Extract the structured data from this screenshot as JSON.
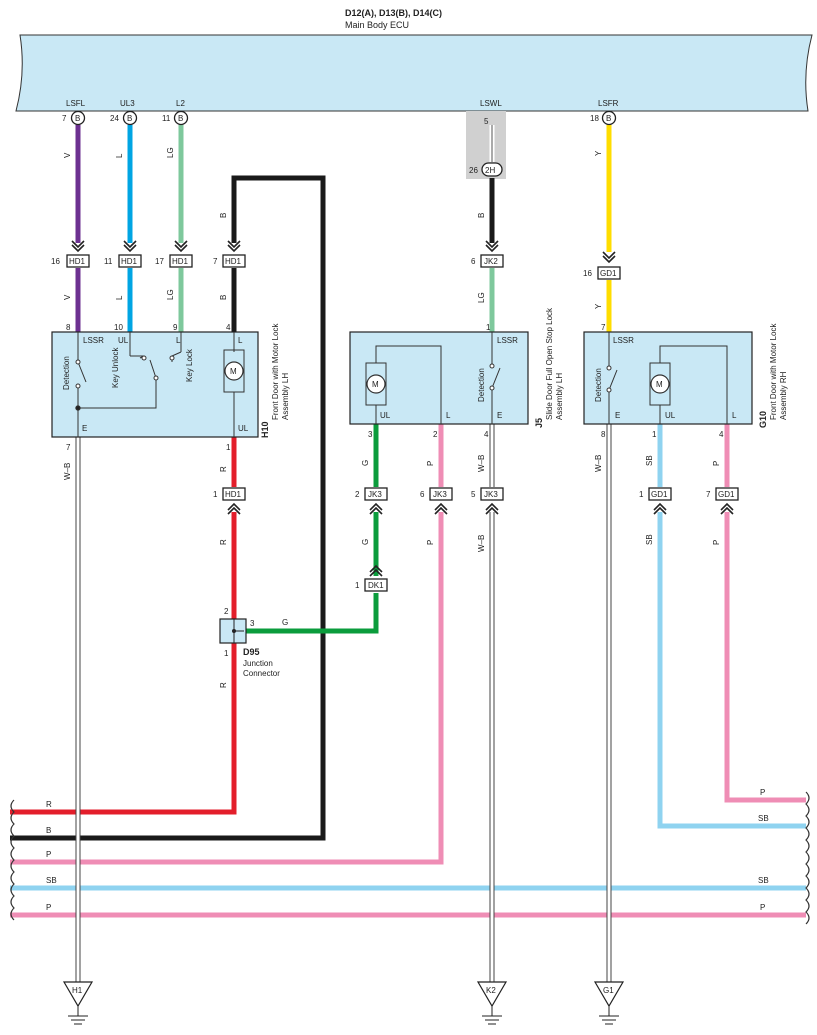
{
  "ecu": {
    "title": "D12(A), D13(B), D14(C)",
    "subtitle": "Main Body ECU"
  },
  "ecu_terminals": [
    {
      "signal": "LSFL",
      "pin": "7",
      "conn": "B"
    },
    {
      "signal": "UL3",
      "pin": "24",
      "conn": "B"
    },
    {
      "signal": "L2",
      "pin": "11",
      "conn": "B"
    },
    {
      "signal": "LSWL",
      "pin": "5",
      "conn": ""
    },
    {
      "signal": "LSFR",
      "pin": "18",
      "conn": "B"
    }
  ],
  "wire_colors": {
    "V": "#6d3191",
    "L": "#00a5e3",
    "LG": "#7ec89c",
    "B": "#1a1a1a",
    "Y": "#ffdd00",
    "R": "#e31e2b",
    "G": "#0b9c3c",
    "P": "#ef8db5",
    "SB": "#8fd3f0",
    "W-B": "#ffffff"
  },
  "wire_labels": {
    "V": "V",
    "L": "L",
    "LG": "LG",
    "B": "B",
    "Y": "Y",
    "R": "R",
    "G": "G",
    "P": "P",
    "SB": "SB",
    "WB": "W–B"
  },
  "connectors": {
    "hd1": "HD1",
    "jk2": "JK2",
    "gd1": "GD1",
    "jk3": "JK3",
    "dk1": "DK1",
    "inline_2h": "2H"
  },
  "pins": {
    "hd1_v": "16",
    "hd1_l": "11",
    "hd1_lg": "17",
    "hd1_b": "7",
    "inline_left": "26",
    "jk2": "6",
    "gd1_y": "16",
    "h10_8": "8",
    "h10_10": "10",
    "h10_9": "9",
    "h10_4": "4",
    "h10_7": "7",
    "h10_1": "1",
    "j5_1": "1",
    "j5_3": "3",
    "j5_2": "2",
    "j5_4": "4",
    "g10_7": "7",
    "g10_8": "8",
    "g10_1": "1",
    "g10_4": "4",
    "hd1_r": "1",
    "jk3_g": "2",
    "jk3_p": "6",
    "jk3_wb": "5",
    "gd1_sb": "1",
    "gd1_p": "7",
    "dk1": "1",
    "d95_2": "2",
    "d95_3": "3",
    "d95_1": "1"
  },
  "components": {
    "h10": {
      "id": "H10",
      "name": "Front Door with Motor Lock Assembly LH",
      "terms": {
        "lssr": "LSSR",
        "ul": "UL",
        "l": "L",
        "l2": "L",
        "ul2": "UL",
        "e": "E"
      },
      "labels": {
        "detection": "Detection",
        "key_unlock": "Key Unlock",
        "key_lock": "Key Lock"
      }
    },
    "j5": {
      "id": "J5",
      "name": "Slide Door Full Open Stop Lock Assembly LH",
      "terms": {
        "lssr": "LSSR",
        "ul": "UL",
        "l": "L",
        "e": "E"
      },
      "labels": {
        "detection": "Detection"
      }
    },
    "g10": {
      "id": "G10",
      "name": "Front Door with Motor Lock Assembly RH",
      "terms": {
        "lssr": "LSSR",
        "e": "E",
        "ul": "UL",
        "l": "L"
      },
      "labels": {
        "detection": "Detection"
      }
    },
    "d95": {
      "id": "D95",
      "name": "Junction Connector"
    },
    "motor": "M"
  },
  "grounds": [
    "H1",
    "K2",
    "G1"
  ]
}
